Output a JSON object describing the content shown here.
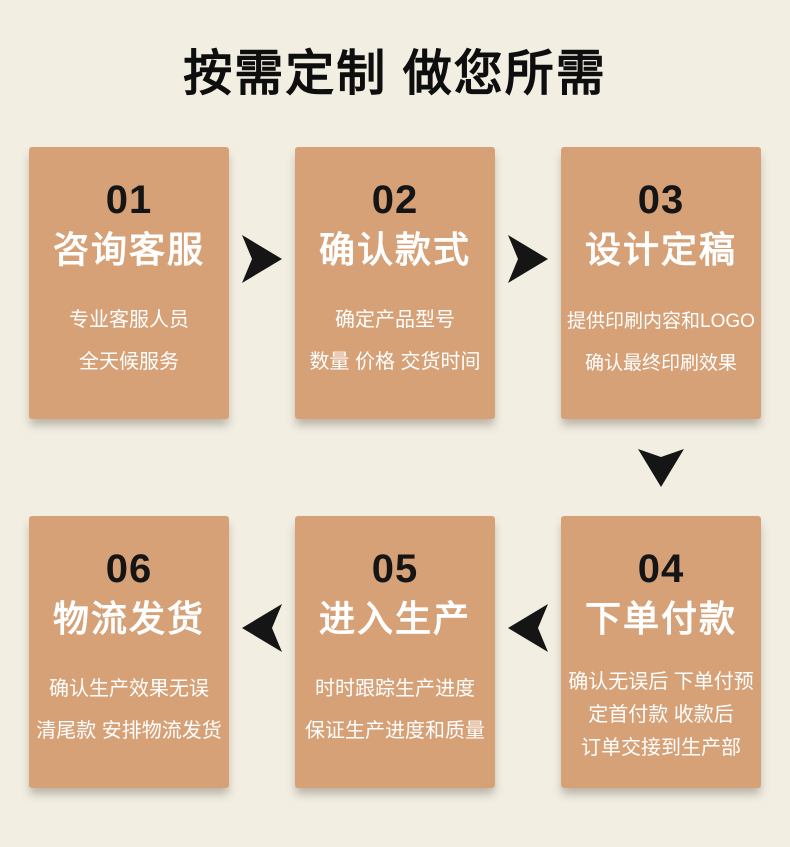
{
  "theme": {
    "background_color": "#F2EEE2",
    "card_color": "#D7A178",
    "arrow_color": "#151515",
    "number_color": "#151515",
    "card_text_color": "#FFFFFF",
    "title_color": "#0E0E0E"
  },
  "header": {
    "title": "按需定制 做您所需"
  },
  "steps": [
    {
      "number": "01",
      "title": "咨询客服",
      "desc": [
        "专业客服人员",
        "全天候服务"
      ]
    },
    {
      "number": "02",
      "title": "确认款式",
      "desc": [
        "确定产品型号",
        "数量 价格 交货时间"
      ]
    },
    {
      "number": "03",
      "title": "设计定稿",
      "desc": [
        "提供印刷内容和LOGO",
        "确认最终印刷效果"
      ]
    },
    {
      "number": "04",
      "title": "下单付款",
      "desc": [
        "确认无误后 下单付预",
        "定首付款 收款后",
        "订单交接到生产部"
      ]
    },
    {
      "number": "05",
      "title": "进入生产",
      "desc": [
        "时时跟踪生产进度",
        "保证生产进度和质量"
      ]
    },
    {
      "number": "06",
      "title": "物流发货",
      "desc": [
        "确认生产效果无误",
        "清尾款 安排物流发货"
      ]
    }
  ],
  "flow": {
    "top_row": [
      "01",
      "02",
      "03"
    ],
    "bottom_row": [
      "06",
      "05",
      "04"
    ],
    "direction": "top row left-to-right, down after step 03, bottom row right-to-left"
  }
}
